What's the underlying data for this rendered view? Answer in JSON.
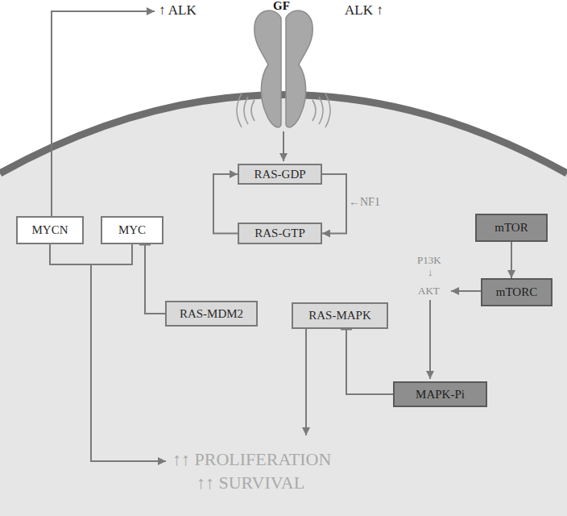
{
  "diagram": {
    "nodes": [
      {
        "text": [
          "RAS-GDP"
        ]
      },
      {
        "text": [
          "MYCN"
        ]
      },
      {
        "text": [
          "MYC"
        ]
      },
      {
        "text": [
          "RAS-GTP"
        ]
      },
      {
        "text": [
          "mTOR"
        ]
      },
      {
        "text": [
          "mTORC"
        ]
      },
      {
        "text": [
          "RAS-MDM2"
        ]
      },
      {
        "text": [
          "RAS-MAPK"
        ]
      },
      {
        "text": [
          "MAPK-Pi"
        ]
      }
    ],
    "edges": [
      {
        "from": 0,
        "to": 3,
        "arrow": "to"
      },
      {
        "from": 3,
        "to": 0,
        "arrow": "to"
      },
      {
        "from": 4,
        "to": 5,
        "arrow": "to"
      },
      {
        "from": 6,
        "to": 2,
        "arrow": "to"
      },
      {
        "from": 8,
        "to": 7,
        "arrow": "to"
      }
    ],
    "labels": [
      "GF",
      "↑ ALK",
      "ALK ↑",
      "←NF1",
      "P13K",
      "↓",
      "AKT",
      "↑↑ PROLIFERATION",
      "↑↑ SURVIVAL"
    ]
  }
}
